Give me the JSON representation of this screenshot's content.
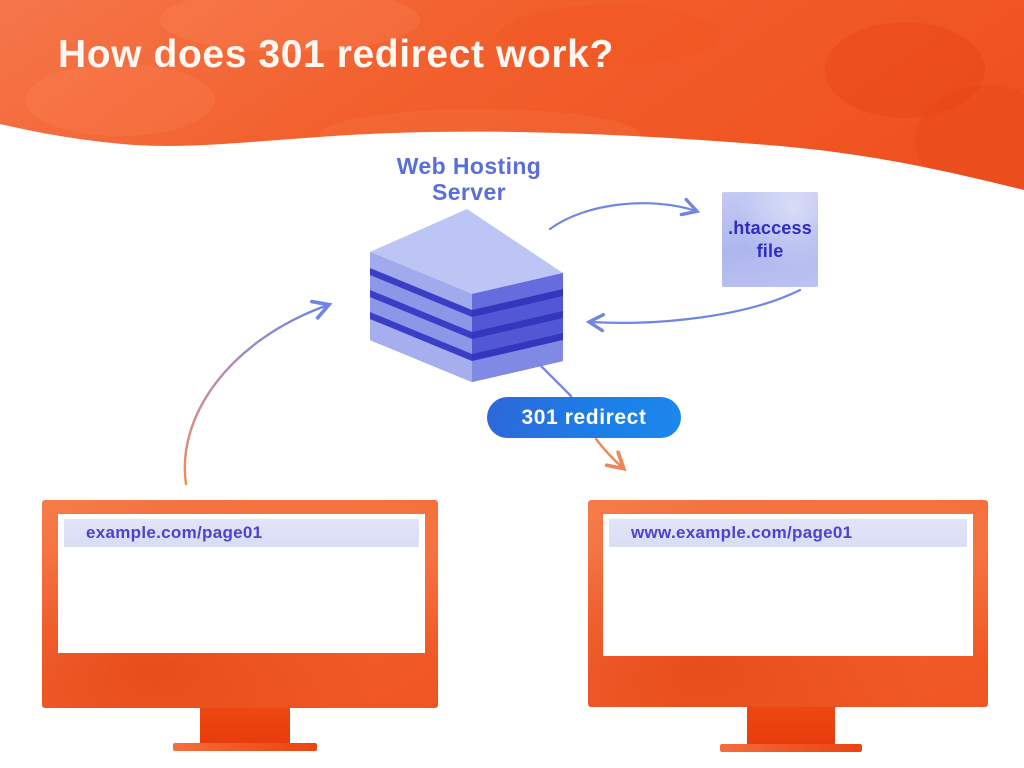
{
  "header": {
    "title": "How does 301 redirect work?"
  },
  "server": {
    "label_line1": "Web Hosting",
    "label_line2": "Server"
  },
  "htaccess": {
    "label_line1": ".htaccess",
    "label_line2": "file"
  },
  "badge": {
    "label": "301 redirect"
  },
  "monitors": {
    "left": {
      "url": "example.com/page01"
    },
    "right": {
      "url": "www.example.com/page01"
    }
  },
  "colors": {
    "header_orange": "#f2612e",
    "deep_orange": "#e8430f",
    "monitor_orange": "#f2622f",
    "server_top": "#bcc5f3",
    "server_left_face": "#9ba5ea",
    "server_right_face": "#5257d6",
    "server_shadow": "#3b3dc6",
    "htaccess_bg": "#b4bcf0",
    "htaccess_text": "#2f2cc2",
    "label_indigo": "#5a6ed9",
    "badge_blue": "#1d7de7",
    "address_bar_bg": "#dcdff6",
    "url_text": "#4a43cd",
    "arrow_blue": "#7186e2",
    "arrow_orange": "#ef8657"
  }
}
